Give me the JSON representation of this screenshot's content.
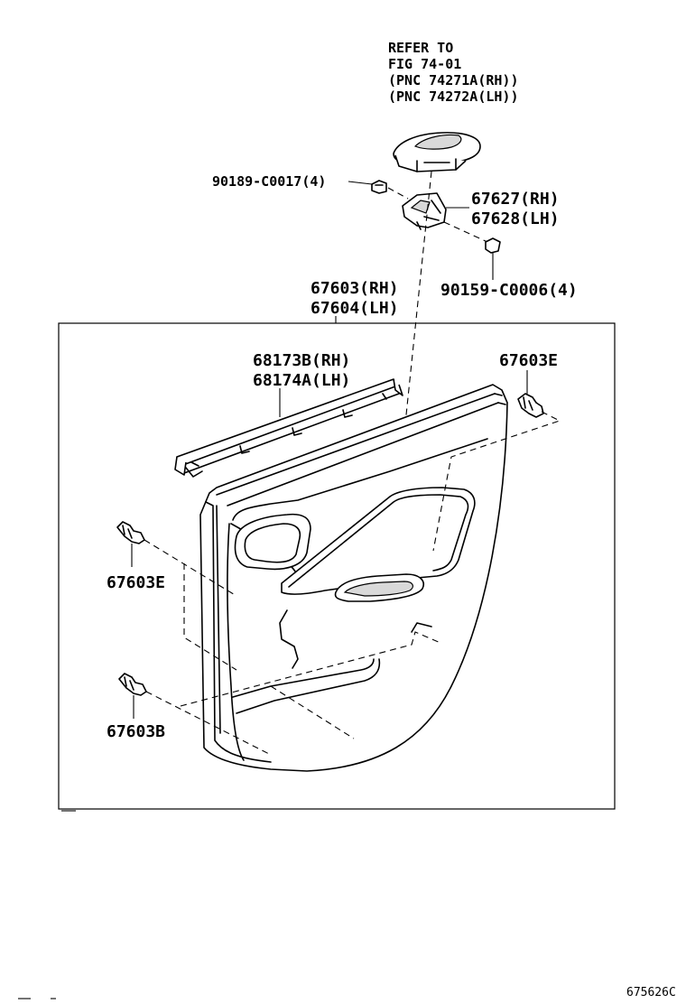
{
  "callouts": {
    "refer_line1": "REFER TO",
    "refer_line2": "FIG 74-01",
    "refer_line3": "(PNC 74271A(RH))",
    "refer_line4": "(PNC 74272A(LH))",
    "screw_top": "90189-C0017(4)",
    "bracket_rh": "67627(RH)",
    "bracket_lh": "67628(LH)",
    "screw_right": "90159-C0006(4)",
    "panel_rh": "67603(RH)",
    "panel_lh": "67604(LH)",
    "weatherstrip_rh": "68173B(RH)",
    "weatherstrip_lh": "68174A(LH)",
    "clip_right": "67603E",
    "clip_left": "67603E",
    "clip_bottom": "67603B"
  },
  "figure_code": "675626C"
}
